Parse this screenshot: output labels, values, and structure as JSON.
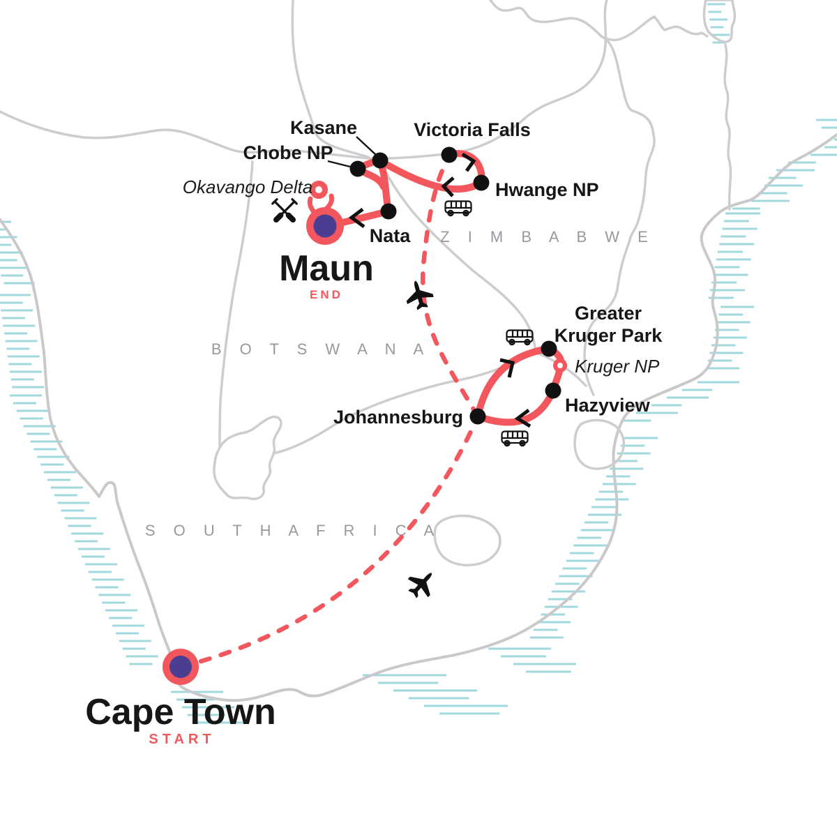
{
  "map": {
    "kind": "tour-itinerary-map",
    "countries": {
      "botswana": "B O T S W A N A",
      "zimbabwe": "Z I M B A B W E",
      "south_africa": "S O U T H   A F R I C A"
    },
    "stops": {
      "cape_town": {
        "label": "Cape Town",
        "badge": "START"
      },
      "johannesburg": {
        "label": "Johannesburg"
      },
      "greater_kruger": {
        "line1": "Greater",
        "line2": "Kruger Park"
      },
      "kruger_np": {
        "label": "Kruger NP"
      },
      "hazyview": {
        "label": "Hazyview"
      },
      "victoria_falls": {
        "label": "Victoria Falls"
      },
      "hwange": {
        "label": "Hwange NP"
      },
      "kasane": {
        "label": "Kasane"
      },
      "chobe": {
        "label": "Chobe NP"
      },
      "nata": {
        "label": "Nata"
      },
      "maun": {
        "label": "Maun",
        "badge": "END"
      },
      "okavango": {
        "label": "Okavango Delta"
      }
    },
    "icons": [
      "plane-icon",
      "bus-icon",
      "paddles-icon",
      "loop-icon"
    ],
    "colors": {
      "route": "#f2575e",
      "marker_inner": "#4b3d92",
      "stop_dot": "#111111",
      "border": "#cdcdd0",
      "country_label": "#98989d",
      "coast_hatch": "#a1d9de"
    }
  }
}
